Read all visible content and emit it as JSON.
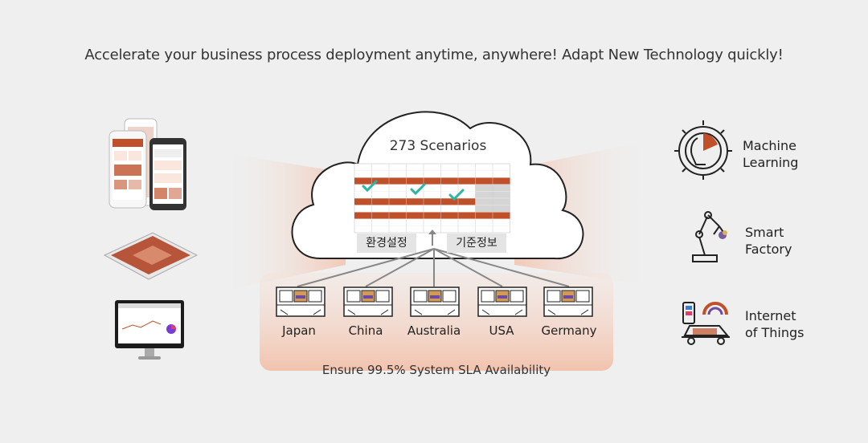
{
  "headline": "Accelerate your business process deployment anytime, anywhere! Adapt New Technology quickly!",
  "cloud": {
    "title": "273 Scenarios",
    "settings_label": "환경설정",
    "master_label": "기준정보"
  },
  "regions": [
    "Japan",
    "China",
    "Australia",
    "USA",
    "Germany"
  ],
  "footer": "Ensure 99.5% System SLA Availability",
  "technologies": [
    {
      "line1": "Machine",
      "line2": "Learning",
      "icon": "machine-learning-icon"
    },
    {
      "line1": "Smart",
      "line2": "Factory",
      "icon": "robot-arm-icon"
    },
    {
      "line1": "Internet",
      "line2": "of Things",
      "icon": "iot-icon"
    }
  ],
  "devices": [
    "smartphones-image",
    "tablet-image",
    "desktop-monitor-image"
  ],
  "colors": {
    "accent": "#c0502a",
    "accent_light": "#f4c7b2",
    "check": "#2ab5a5",
    "text": "#333333"
  }
}
